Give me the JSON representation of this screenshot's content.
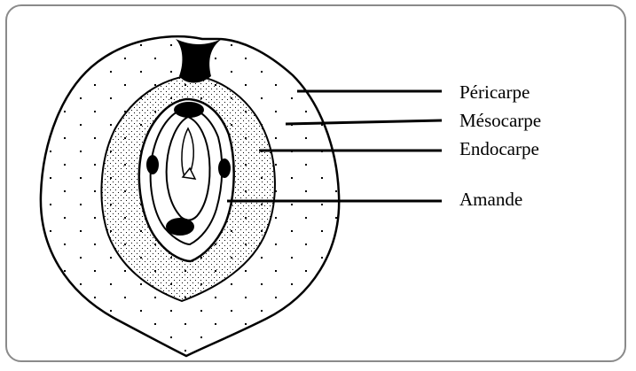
{
  "labels": {
    "pericarpe": "Péricarpe",
    "mesocarpe": "Mésocarpe",
    "endocarpe": "Endocarpe",
    "amande": "Amande"
  },
  "colors": {
    "ink": "#000000",
    "frame": "#8a8a8a",
    "background": "#ffffff"
  }
}
